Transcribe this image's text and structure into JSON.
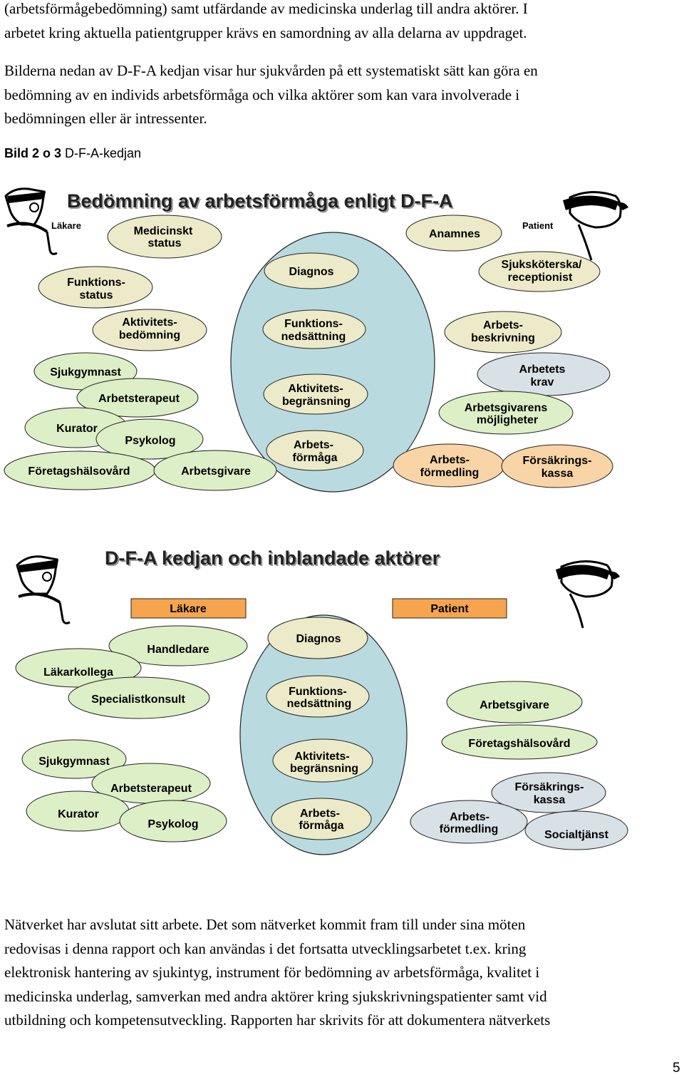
{
  "intro_lines": [
    "(arbetsförmågebedömning) samt utfärdande av medicinska underlag till andra aktörer. I",
    "arbetet kring aktuella patientgrupper krävs en samordning av alla delarna av uppdraget."
  ],
  "para2_lines": [
    "Bilderna nedan av D-F-A kedjan visar hur sjukvården på ett systematiskt sätt kan göra en",
    "bedömning av en individs arbetsförmåga och vilka aktörer som kan vara involverade i",
    "bedömningen eller är intressenter."
  ],
  "caption": {
    "bold": "Bild 2 o 3",
    "text": " D-F-A-kedjan"
  },
  "diagram1": {
    "title": "Bedömning av arbetsförmåga enligt D-F-A",
    "doctor_label": "Läkare",
    "patient_label": "Patient",
    "medicinskt": [
      "Medicinskt",
      "status"
    ],
    "anamnes": "Anamnes",
    "funktionsstatus": [
      "Funktions-",
      "status"
    ],
    "diagnos": "Diagnos",
    "sjukskoterska": [
      "Sjuksköterska/",
      "receptionist"
    ],
    "aktivitetsbedomning": [
      "Aktivitets-",
      "bedömning"
    ],
    "funktionsnedsattning": [
      "Funktions-",
      "nedsättning"
    ],
    "arbetsbeskrivning": [
      "Arbets-",
      "beskrivning"
    ],
    "sjukgymnast": "Sjukgymnast",
    "arbetsterapeut": "Arbetsterapeut",
    "kurator": "Kurator",
    "psykolog": "Psykolog",
    "foretagshalsovard": "Företagshälsovård",
    "arbetsgivare": "Arbetsgivare",
    "aktivitetsbegransning": [
      "Aktivitets-",
      "begränsning"
    ],
    "arbetsformaga": [
      "Arbets-",
      "förmåga"
    ],
    "arbetets_krav": [
      "Arbetets",
      "krav"
    ],
    "arbetsgivarens": [
      "Arbetsgivarens",
      "möjligheter"
    ],
    "arbetsformedling": [
      "Arbets-",
      "förmedling"
    ],
    "forsakringskassa": [
      "Försäkrings-",
      "kassa"
    ]
  },
  "diagram2": {
    "title": "D-F-A kedjan och inblandade aktörer",
    "lakare": "Läkare",
    "patient": "Patient",
    "diagnos": "Diagnos",
    "handledare": "Handledare",
    "lakarkollega": "Läkarkollega",
    "specialistkonsult": "Specialistkonsult",
    "funktionsnedsattning": [
      "Funktions-",
      "nedsättning"
    ],
    "arbetsgivare": "Arbetsgivare",
    "foretagshalsovard": "Företagshälsovård",
    "sjukgymnast": "Sjukgymnast",
    "aktivitetsbegransning": [
      "Aktivitets-",
      "begränsning"
    ],
    "arbetsterapeut": "Arbetsterapeut",
    "forsakringskassa": [
      "Försäkrings-",
      "kassa"
    ],
    "kurator": "Kurator",
    "arbetsformaga": [
      "Arbets-",
      "förmåga"
    ],
    "psykolog": "Psykolog",
    "arbetsformedling": [
      "Arbets-",
      "förmedling"
    ],
    "socialtjanst": "Socialtjänst"
  },
  "para3_lines": [
    "Nätverket har avslutat sitt arbete. Det som nätverket kommit fram till under sina möten",
    "redovisas i denna rapport och kan användas i det fortsatta utvecklingsarbetet t.ex. kring",
    "elektronisk hantering av sjukintyg, instrument för bedömning av arbetsförmåga, kvalitet i",
    "medicinska underlag, samverkan med andra aktörer kring sjukskrivningspatienter samt vid",
    "utbildning och kompetensutveckling.  Rapporten har skrivits för att dokumentera nätverkets"
  ],
  "page_number": "5"
}
